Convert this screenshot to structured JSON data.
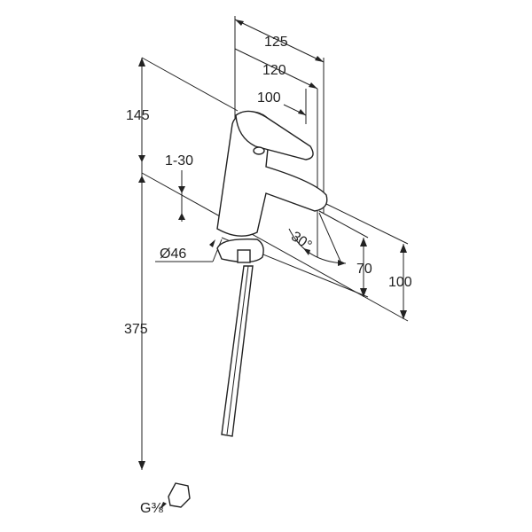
{
  "title": "Basin mixer dimension drawing",
  "dimensions": {
    "spout_reach_outer": "125",
    "spout_reach_mid": "120",
    "lever_reach": "100",
    "mixer_height": "145",
    "worktop_thickness": "1-30",
    "base_diameter": "Ø46",
    "lever_angle": "30°",
    "spout_height_low": "70",
    "spout_height": "100",
    "hose_length": "375",
    "connection_thread": "G⅜"
  }
}
